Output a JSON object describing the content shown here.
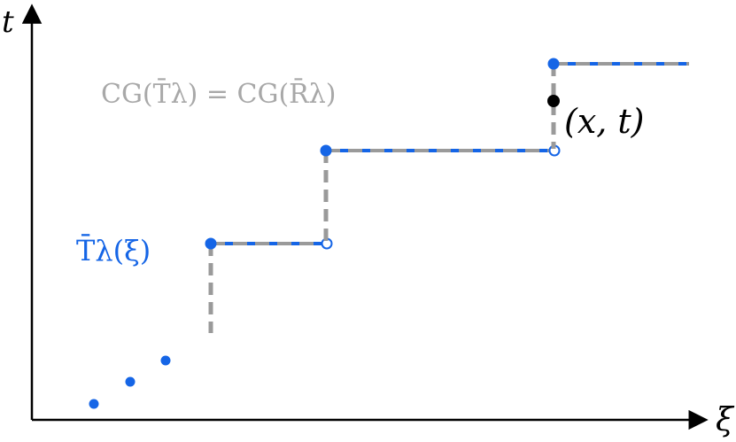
{
  "axes": {
    "x_label": "ξ",
    "y_label": "t"
  },
  "labels": {
    "equation": "CG(T̄λ) = CG(R̄λ)",
    "function": "T̄λ(ξ)",
    "point": "(x, t)"
  },
  "colors": {
    "blue": "#1565e6",
    "gray": "#9a9a9a",
    "black": "#000000"
  },
  "icons": {
    "arrow": "arrowhead"
  }
}
